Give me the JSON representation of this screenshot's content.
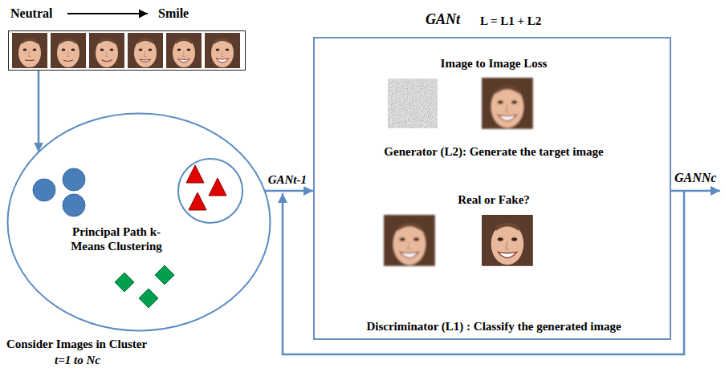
{
  "diagram": {
    "nodes": [
      {
        "text": [
          "Neutral",
          "Smile"
        ]
      },
      {
        "text": [
          "Principal Path k-Means Clustering",
          "Consider Images in Cluster",
          "t=1 to Nc"
        ]
      },
      {
        "text": [
          "GANt",
          "L = L1 + L2",
          "Image to Image Loss",
          "Generator (L2): Generate the target image",
          "Real or Fake?",
          "Discriminator (L1) : Classify the generated image"
        ]
      }
    ],
    "edges": [
      {
        "from": 0,
        "to": 1,
        "arrow": "to"
      },
      {
        "from": 1,
        "to": 2,
        "label": "GANt-1",
        "arrow": "to"
      }
    ],
    "labels": [
      "GANNc"
    ]
  }
}
